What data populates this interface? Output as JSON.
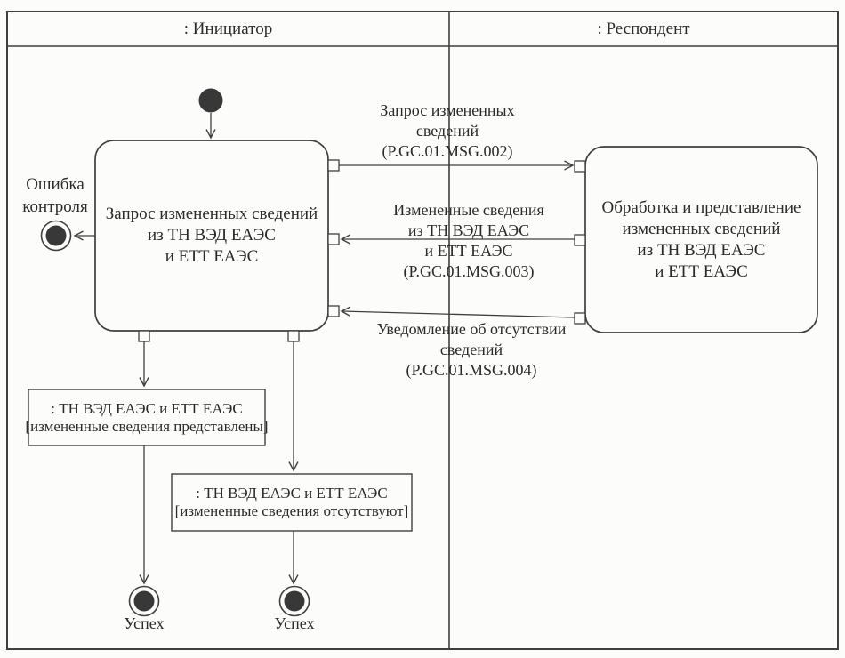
{
  "diagram": {
    "lanes": {
      "initiator": ": Инициатор",
      "respondent": ": Респондент"
    },
    "nodes": {
      "initiator_activity": [
        "Запрос измененных сведений",
        "из ТН ВЭД ЕАЭС",
        "и ЕТТ ЕАЭС"
      ],
      "respondent_activity": [
        "Обработка и представление",
        "измененных сведений",
        "из ТН ВЭД ЕАЭС",
        "и ЕТТ ЕАЭС"
      ],
      "error_final": [
        "Ошибка",
        "контроля"
      ],
      "object_provided": [
        ": ТН ВЭД ЕАЭС и ЕТТ ЕАЭС",
        "[измененные сведения представлены]"
      ],
      "object_absent": [
        ": ТН ВЭД ЕАЭС и ЕТТ ЕАЭС",
        "[измененные сведения отсутствуют]"
      ],
      "success_left": "Успех",
      "success_right": "Успех"
    },
    "messages": {
      "msg002": [
        "Запрос измененных",
        "сведений",
        "(P.GC.01.MSG.002)"
      ],
      "msg003": [
        "Измененные сведения",
        "из ТН ВЭД ЕАЭС",
        "и ЕТТ ЕАЭС",
        "(P.GC.01.MSG.003)"
      ],
      "msg004": [
        "Уведомление об отсутствии",
        "сведений",
        "(P.GC.01.MSG.004)"
      ]
    },
    "colors": {
      "line": "#3f3f3f",
      "node_fill": "#383838",
      "background": "#fcfcfa"
    }
  }
}
